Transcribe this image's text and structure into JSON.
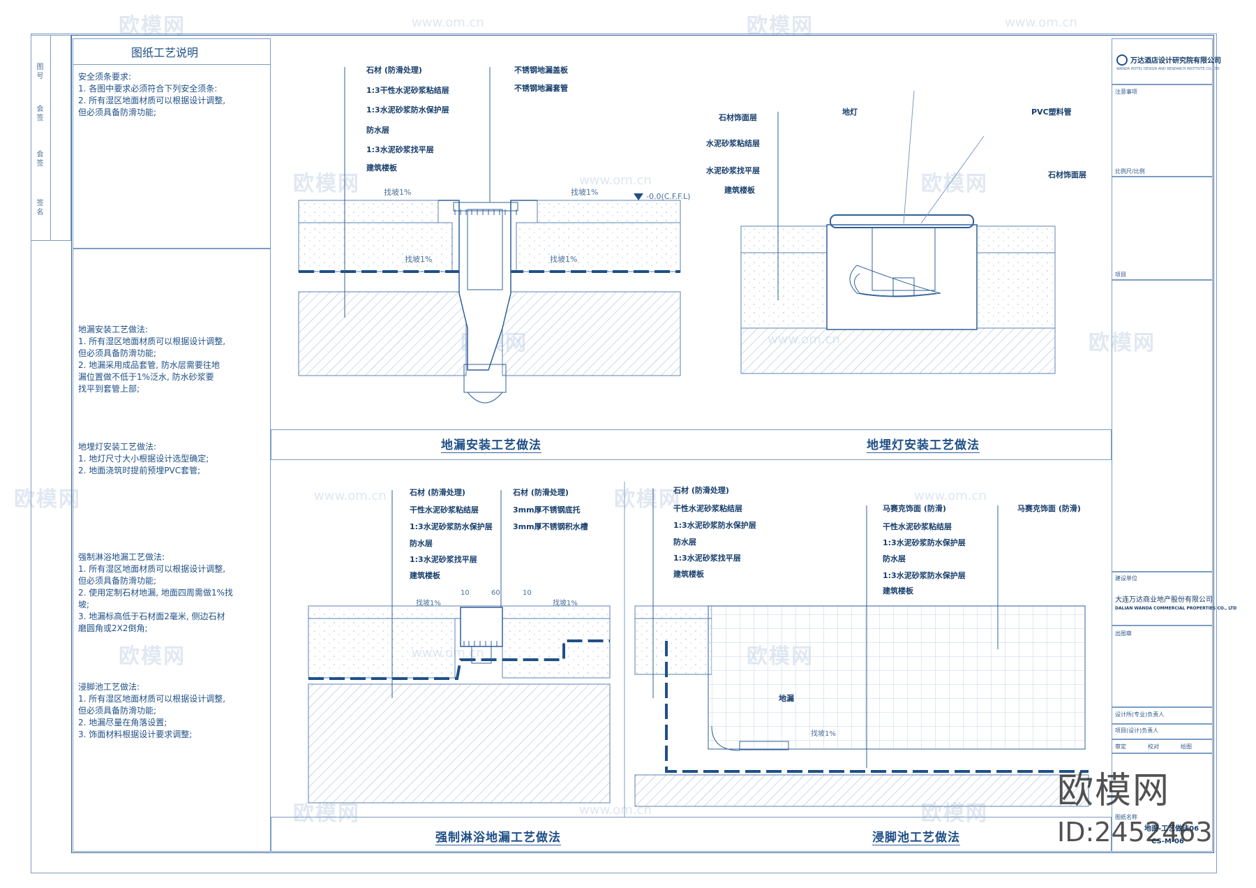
{
  "notes": {
    "heading": "图纸工艺说明",
    "safety": "安全须条要求:\n1. 各图中要求必须符合下列安全须条:\n2. 所有湿区地面材质可以根据设计调整,\n    但必须具备防滑功能;",
    "floor_drain": "地漏安装工艺做法:\n1. 所有湿区地面材质可以根据设计调整,\n    但必须具备防滑功能;\n2. 地漏采用成品套管, 防水层需要往地\n    漏位置做不低于1%泛水, 防水砂浆要\n    找平到套管上部;",
    "floor_light": "地埋灯安装工艺做法:\n1. 地灯尺寸大小根据设计选型确定;\n2. 地面浇筑时提前预埋PVC套管;",
    "shower": "强制淋浴地漏工艺做法:\n1. 所有湿区地面材质可以根据设计调整,\n    但必须具备防滑功能;\n2. 使用定制石材地漏, 地面四周需做1%找\n    坡;\n3. 地漏标高低于石材面2毫米, 侧边石材\n    磨圆角或2X2倒角;",
    "footbath": "浸脚池工艺做法:\n1. 所有湿区地面材质可以根据设计调整,\n    但必须具备防滑功能;\n2. 地漏尽量在角落设置;\n3. 饰面材料根据设计要求调整;"
  },
  "left_tabs": [
    "图 号",
    "会 签",
    "会 签",
    "签 名"
  ],
  "panels": {
    "drain_title": "地漏安装工艺做法",
    "light_title": "地埋灯安装工艺做法",
    "shower_title": "强制淋浴地漏工艺做法",
    "footbath_title": "浸脚池工艺做法"
  },
  "drain_labels": {
    "left": [
      "石材 (防滑处理)",
      "1:3干性水泥砂浆粘结层",
      "1:3水泥砂浆防水保护层",
      "防水层",
      "1:3水泥砂浆找平层",
      "建筑楼板"
    ],
    "right": [
      "不锈钢地漏盖板",
      "不锈钢地漏套管"
    ],
    "slope": "找坡1%",
    "level": "-0.0(C.F.F.L)"
  },
  "light_labels": {
    "left": [
      "石材饰面层",
      "水泥砂浆粘结层",
      "水泥砂浆找平层",
      "建筑楼板"
    ],
    "lamp": "地灯",
    "pvc": "PVC塑料管",
    "stone": "石材饰面层"
  },
  "shower_labels": {
    "left": [
      "石材 (防滑处理)",
      "干性水泥砂浆粘结层",
      "1:3水泥砂浆防水保护层",
      "防水层",
      "1:3水泥砂浆找平层",
      "建筑楼板"
    ],
    "right": [
      "石材 (防滑处理)",
      "3mm厚不锈钢底托",
      "3mm厚不锈钢积水槽"
    ],
    "slope": "找坡1%",
    "dims": [
      "10",
      "60",
      "10"
    ]
  },
  "footbath_labels": {
    "left": [
      "石材 (防滑处理)",
      "干性水泥砂浆粘结层",
      "1:3水泥砂浆防水保护层",
      "防水层",
      "1:3水泥砂浆找平层",
      "建筑楼板"
    ],
    "mid": [
      "马赛克饰面 (防滑)",
      "干性水泥砂浆粘结层",
      "1:3水泥砂浆防水保护层",
      "防水层",
      "1:3水泥砂浆防水保护层",
      "建筑楼板"
    ],
    "right": "马赛克饰面 (防滑)",
    "drain": "地漏",
    "slope": "找坡1%"
  },
  "title_block": {
    "company": "万达酒店设计研究院有限公司",
    "company_en": "WANDA HOTEL DESIGN AND RESEARCH INSTITUTE CO.,LTD",
    "notes_label": "注意事项",
    "scale_label": "比例尺/比例",
    "project_label": "项目",
    "client_label": "建设单位",
    "client": "大连万达商业地产股份有限公司",
    "client_en": "DALIAN WANDA COMMERCIAL PROPERTIES CO., LTD",
    "issue_label": "出图章",
    "director_label": "设计所(专业)负责人",
    "pm_label": "项目(设计)负责人",
    "review": [
      "审定",
      "校对",
      "绘图"
    ],
    "drawing_name_label": "图纸名称",
    "drawing_name": "地面-工艺做法06",
    "number": "CS-M-06"
  },
  "watermark": {
    "brand": "欧模网",
    "url": "www.om.cn",
    "id": "ID:2452463"
  }
}
